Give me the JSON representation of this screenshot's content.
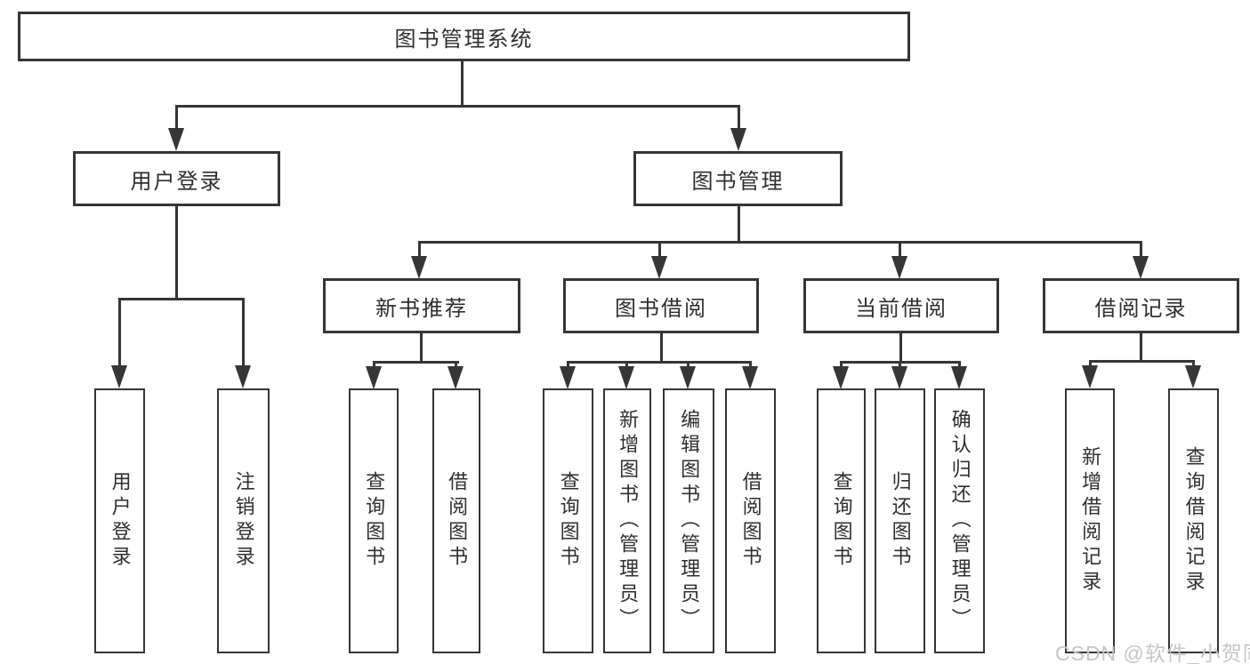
{
  "tree": {
    "label": "图书管理系统",
    "children": [
      {
        "label": "用户登录",
        "children": [
          {
            "label": "用户登录"
          },
          {
            "label": "注销登录"
          }
        ]
      },
      {
        "label": "图书管理",
        "children": [
          {
            "label": "新书推荐",
            "children": [
              {
                "label": "查询图书"
              },
              {
                "label": "借阅图书"
              }
            ]
          },
          {
            "label": "图书借阅",
            "children": [
              {
                "label": "查询图书"
              },
              {
                "label": "新增图书（管理员）"
              },
              {
                "label": "编辑图书（管理员）"
              },
              {
                "label": "借阅图书"
              }
            ]
          },
          {
            "label": "当前借阅",
            "children": [
              {
                "label": "查询图书"
              },
              {
                "label": "归还图书"
              },
              {
                "label": "确认归还（管理员）"
              }
            ]
          },
          {
            "label": "借阅记录",
            "children": [
              {
                "label": "新增借阅记录"
              },
              {
                "label": "查询借阅记录"
              }
            ]
          }
        ]
      }
    ]
  },
  "watermark": {
    "text": "CSDN @软件_小贺同学"
  },
  "colors": {
    "line": "#363636",
    "box_border": "#363636",
    "box_background": "#ffffff",
    "text": "#2f2f2f",
    "watermark": "#c6c6c6"
  }
}
